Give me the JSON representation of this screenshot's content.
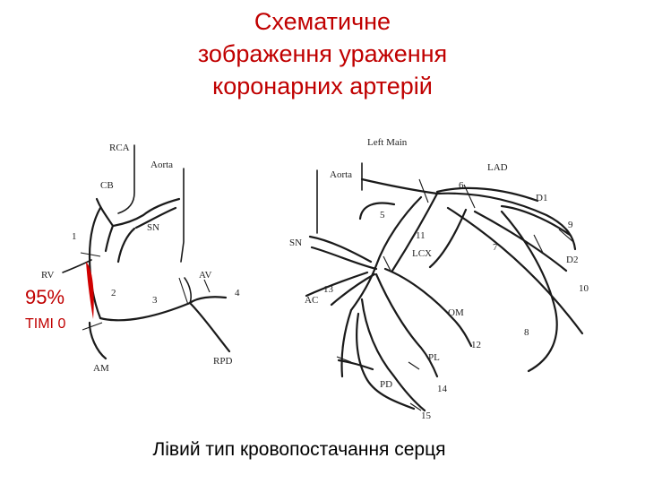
{
  "title": {
    "line1": "Схематичне",
    "line2": "зображення ураження",
    "line3": "коронарних артерій"
  },
  "caption": "Лівий тип кровопостачання серця",
  "stenosis": {
    "percent": "95%",
    "timi": "TIMI 0",
    "color": "#c00000"
  },
  "right_coronary": {
    "labels": {
      "rca": "RCA",
      "aorta": "Aorta",
      "cb": "CB",
      "sn": "SN",
      "rv": "RV",
      "av": "AV",
      "am": "AM",
      "rpd": "RPD"
    },
    "segments": [
      "1",
      "2",
      "3",
      "4"
    ]
  },
  "left_coronary": {
    "labels": {
      "left_main": "Left Main",
      "aorta": "Aorta",
      "lad": "LAD",
      "d1": "D1",
      "d2": "D2",
      "sn": "SN",
      "lcx": "LCX",
      "ac": "AC",
      "om": "OM",
      "pl": "PL",
      "pd": "PD"
    },
    "segments": [
      "5",
      "6",
      "7",
      "8",
      "9",
      "10",
      "11",
      "12",
      "13",
      "14",
      "15"
    ]
  }
}
